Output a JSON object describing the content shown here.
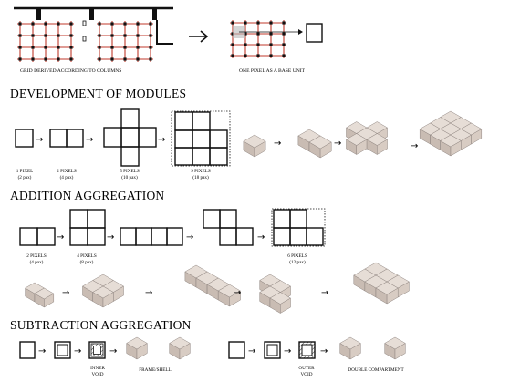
{
  "colors": {
    "grid_red": "#c0392b",
    "column_black": "#111111",
    "box_top": "#e6ddd6",
    "box_left": "#c9bcb3",
    "box_right": "#d8ccc3",
    "box_stroke": "#8f8580"
  },
  "top": {
    "grid_label": "GRID DERIVED ACCORDING TO COLUMNS",
    "pixel_label": "ONE PIXEL AS A BASE UNIT"
  },
  "modules": {
    "title": "DEVELOPMENT OF MODULES",
    "labels": [
      {
        "count": "1 PIXEL",
        "pax": "(2 pax)"
      },
      {
        "count": "2 PIXELS",
        "pax": "(4 pax)"
      },
      {
        "count": "5 PIXELS",
        "pax": "(10 pax)"
      },
      {
        "count": "9 PIXELS",
        "pax": "(18 pax)"
      }
    ]
  },
  "addition": {
    "title": "ADDITION AGGREGATION",
    "labels": [
      {
        "count": "2 PIXELS",
        "pax": "(4 pax)"
      },
      {
        "count": "4 PIXELS",
        "pax": "(8 pax)"
      },
      {
        "count": "6 PIXELS",
        "pax": "(12 pax)"
      }
    ]
  },
  "subtraction": {
    "title": "SUBTRACTION AGGREGATION",
    "inner_void_line1": "INNER",
    "inner_void_line2": "VOID",
    "frame_shell": "FRAME/SHELL",
    "outer_void_line1": "OUTER",
    "outer_void_line2": "VOID",
    "double_compartment": "DOUBLE COMPARTMENT"
  },
  "glyphs": {
    "arrow": "→"
  }
}
